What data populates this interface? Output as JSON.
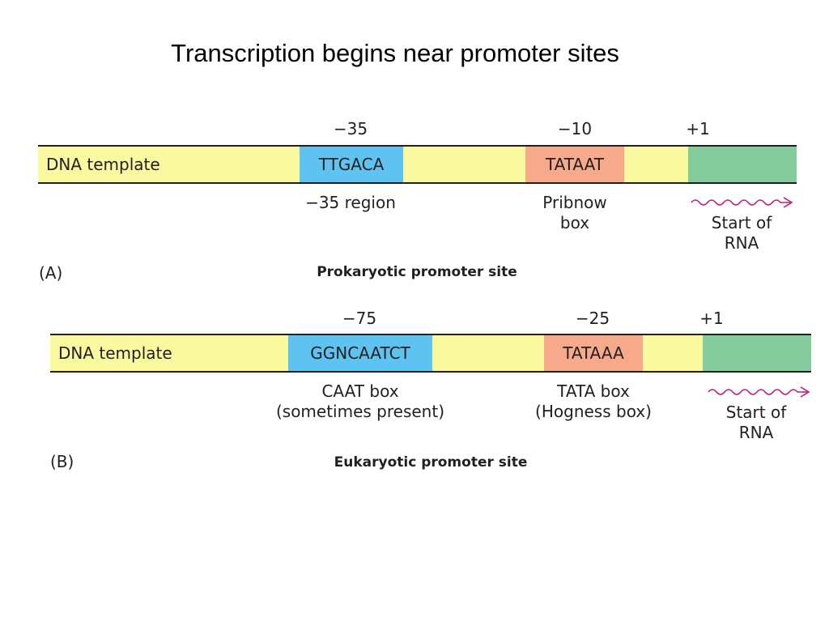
{
  "title": "Transcription begins near promoter sites",
  "colors": {
    "template": "#fbf9a0",
    "box_blue": "#5fc3f1",
    "box_salmon": "#f6a98b",
    "rna_green": "#84cc9b",
    "arrow": "#c2187a"
  },
  "panel_a": {
    "strip_label": "DNA template",
    "pos_35": "−35",
    "pos_10": "−10",
    "pos_1": "+1",
    "box1": "TTGACA",
    "box2": "TATAAT",
    "region1_label": "−35 region",
    "region2_label_l1": "Pribnow",
    "region2_label_l2": "box",
    "start_l1": "Start of",
    "start_l2": "RNA",
    "panel_label": "(A)",
    "caption": "Prokaryotic promoter site"
  },
  "panel_b": {
    "strip_label": "DNA template",
    "pos_75": "−75",
    "pos_25": "−25",
    "pos_1": "+1",
    "box1": "GGNCAATCT",
    "box2": "TATAAA",
    "region1_label_l1": "CAAT box",
    "region1_label_l2": "(sometimes present)",
    "region2_label_l1": "TATA box",
    "region2_label_l2": "(Hogness box)",
    "start_l1": "Start of",
    "start_l2": "RNA",
    "panel_label": "(B)",
    "caption": "Eukaryotic promoter site"
  }
}
